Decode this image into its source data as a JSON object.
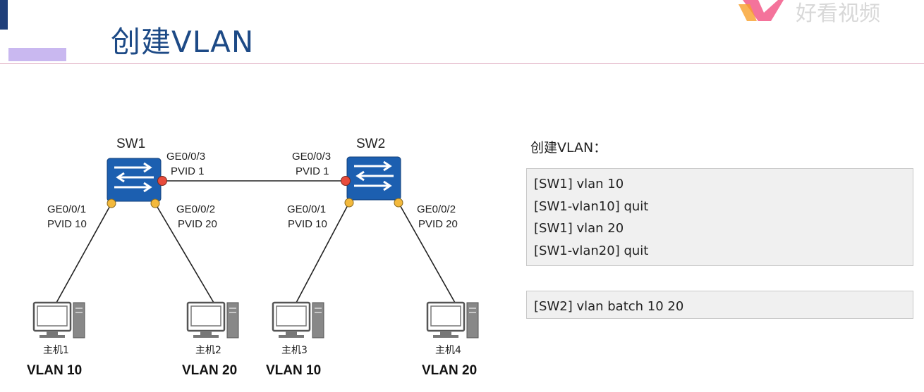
{
  "header": {
    "title": "创建VLAN",
    "logo_text": "好看视频"
  },
  "diagram": {
    "switches": [
      {
        "id": "sw1",
        "name": "SW1"
      },
      {
        "id": "sw2",
        "name": "SW2"
      }
    ],
    "ports": {
      "sw1_ge3": [
        "GE0/0/3",
        "PVID 1"
      ],
      "sw1_ge1": [
        "GE0/0/1",
        "PVID 10"
      ],
      "sw1_ge2": [
        "GE0/0/2",
        "PVID 20"
      ],
      "sw2_ge3": [
        "GE0/0/3",
        "PVID 1"
      ],
      "sw2_ge1": [
        "GE0/0/1",
        "PVID 10"
      ],
      "sw2_ge2": [
        "GE0/0/2",
        "PVID 20"
      ]
    },
    "hosts": [
      {
        "name": "主机1",
        "vlan": "VLAN 10"
      },
      {
        "name": "主机2",
        "vlan": "VLAN 20"
      },
      {
        "name": "主机3",
        "vlan": "VLAN 10"
      },
      {
        "name": "主机4",
        "vlan": "VLAN 20"
      }
    ],
    "colors": {
      "switch": "#1c5fb0",
      "trunk_port": "#e84c3d",
      "access_port": "#f3b93c"
    }
  },
  "panel": {
    "title": "创建VLAN：",
    "sw1_commands": [
      "[SW1] vlan 10",
      "[SW1-vlan10] quit",
      "[SW1] vlan 20",
      "[SW1-vlan20] quit"
    ],
    "sw2_commands": [
      "[SW2] vlan batch 10 20"
    ]
  }
}
